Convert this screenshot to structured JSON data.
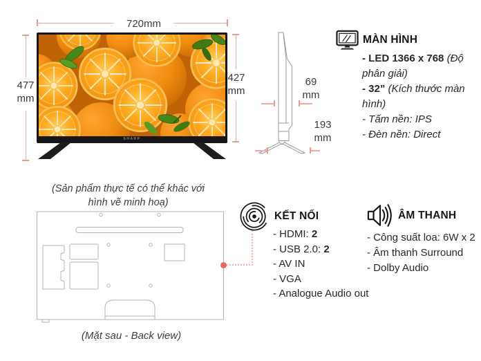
{
  "brand": "SHARP",
  "dimensions": {
    "front_width": "720mm",
    "front_height_left": {
      "value": "477",
      "unit": "mm"
    },
    "front_height_right": {
      "value": "427",
      "unit": "mm"
    },
    "side_depth": {
      "value": "69",
      "unit": "mm"
    },
    "side_stand_depth": {
      "value": "193",
      "unit": "mm"
    }
  },
  "notes": {
    "disclaimer": "(Sản phẩm thực tế có thể khác với hình vẽ minh hoạ)",
    "back_caption": "(Mặt sau - Back view)"
  },
  "sections": {
    "screen": {
      "title": "MÀN HÌNH",
      "icon": "monitor-icon",
      "items": [
        {
          "bold": "- LED 1366 x 768",
          "italic": " (Độ phân giải)"
        },
        {
          "bold": "- 32”",
          "italic": " (Kích thước màn hình)"
        },
        {
          "bold": "",
          "italic": "- Tấm nền: IPS"
        },
        {
          "bold": "",
          "italic": "- Đèn nền: Direct"
        }
      ]
    },
    "connectivity": {
      "title": "KẾT NỐI",
      "icon": "connectivity-icon",
      "items": [
        {
          "text": "- HDMI: ",
          "bold": "2"
        },
        {
          "text": "- USB 2.0: ",
          "bold": "2"
        },
        {
          "text": "- AV IN",
          "bold": ""
        },
        {
          "text": "- VGA",
          "bold": ""
        },
        {
          "text": "- Analogue Audio out",
          "bold": ""
        }
      ]
    },
    "audio": {
      "title": "ÂM THANH",
      "icon": "speaker-icon",
      "items": [
        {
          "text": "- Công suất loa: 6W x 2"
        },
        {
          "text": "- Âm thanh Surround"
        },
        {
          "text": "- Dolby Audio"
        }
      ]
    }
  },
  "colors": {
    "dimension_line": "#eeaaa4",
    "connector_dot": "#e8655c",
    "drawing_outline": "#b3b3b3"
  }
}
